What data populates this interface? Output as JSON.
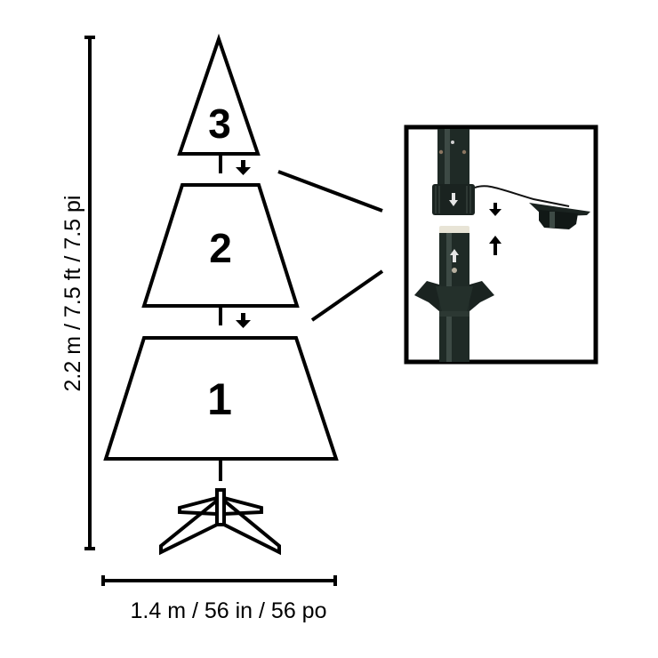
{
  "diagram": {
    "type": "assembly-diagram",
    "subject": "artificial christmas tree, 3 sections with stand",
    "height_label": "2.2 m / 7.5 ft / 7.5 pi",
    "width_label": "1.4 m / 56 in / 56 po",
    "sections": [
      {
        "id": 3,
        "label": "3",
        "shape": "triangle"
      },
      {
        "id": 2,
        "label": "2",
        "shape": "trapezoid"
      },
      {
        "id": 1,
        "label": "1",
        "shape": "trapezoid"
      }
    ],
    "stand": {
      "label": "",
      "shape": "folding-stand"
    },
    "detail_inset": {
      "description": "pole connector close-up with push-together arrows",
      "arrows": [
        "down",
        "up"
      ]
    },
    "colors": {
      "line": "#000000",
      "background": "#ffffff",
      "pole": "#1f2a26",
      "pole_highlight": "#3d4a45",
      "connector_tip": "#e8e4d6"
    }
  }
}
